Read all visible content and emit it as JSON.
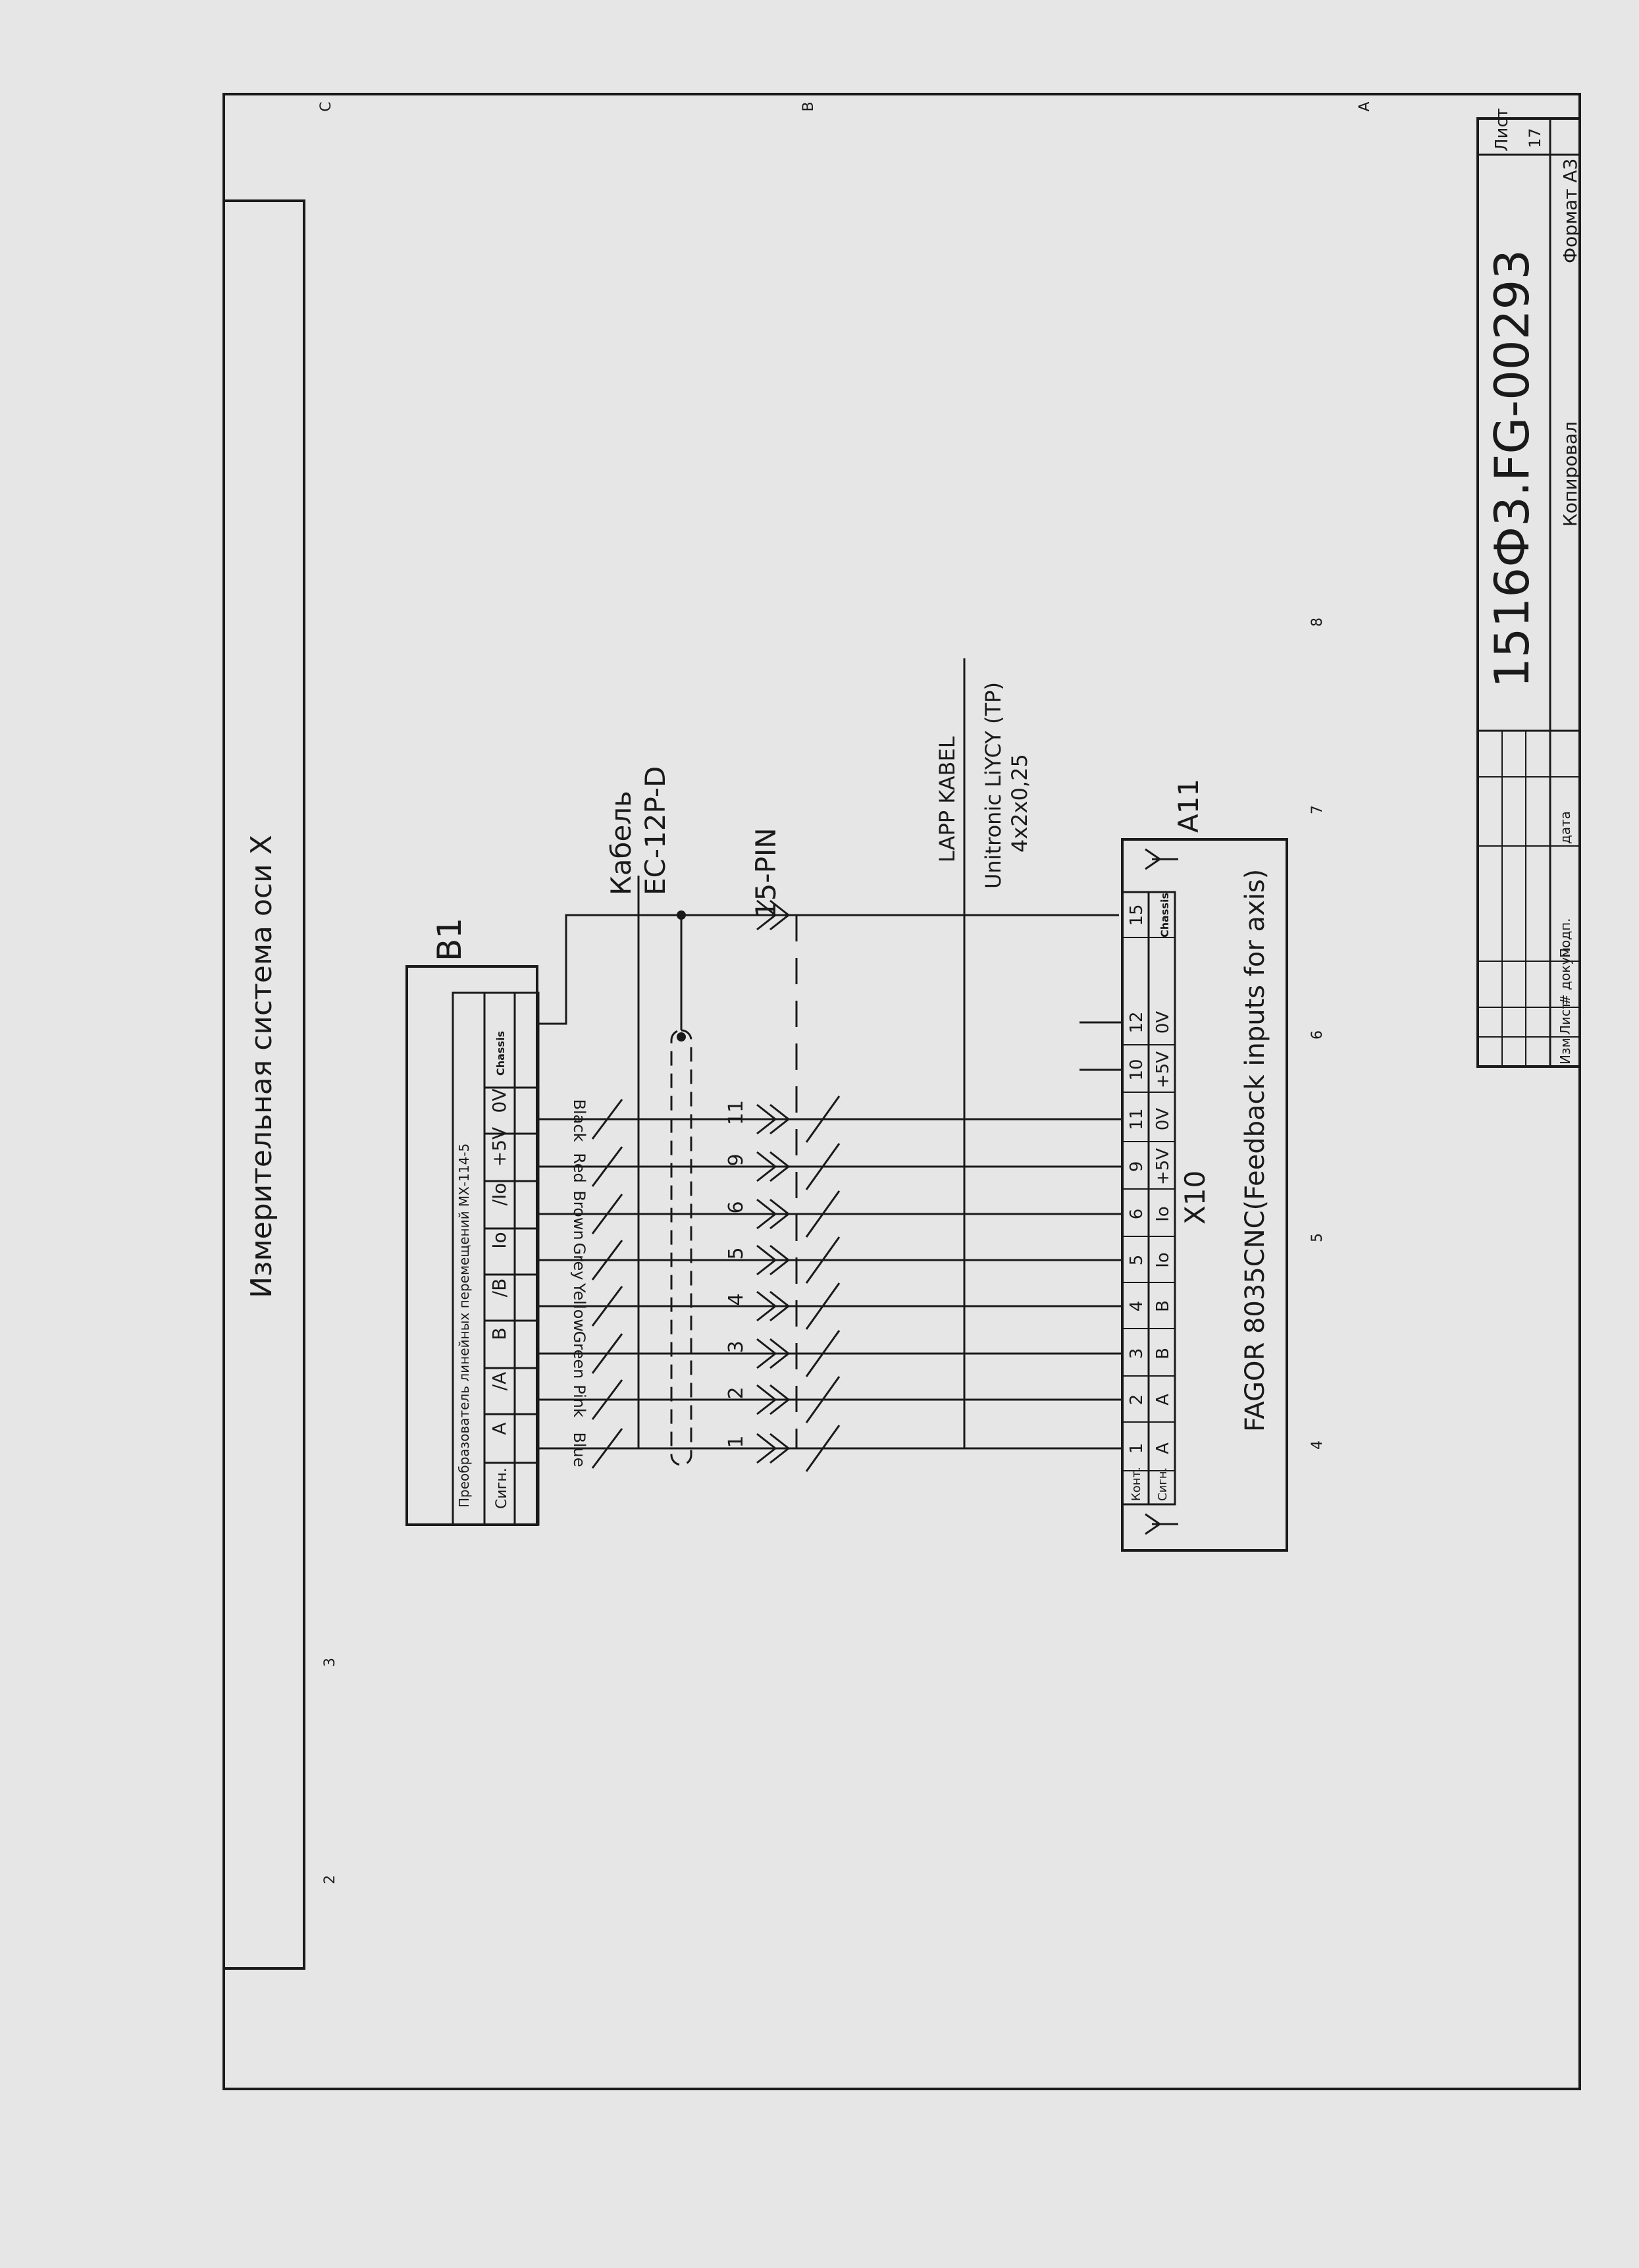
{
  "title": "Измерительная система оси X",
  "encoder": {
    "ref": "B1",
    "description": "Преобразователь линейных перемещений МХ-114-5",
    "signal_header": "Сигн.",
    "signals": [
      "A",
      "/A",
      "B",
      "/B",
      "Io",
      "/Io",
      "+5V",
      "0V",
      "Chassis"
    ],
    "wire_colors": [
      "Blue",
      "Pink",
      "Green",
      "Yellow",
      "Grey",
      "Brown",
      "Red",
      "Black"
    ]
  },
  "cable1": {
    "label": "Кабель",
    "type": "EC-12P-D",
    "connector": "15-PIN"
  },
  "pins_cable": [
    "1",
    "2",
    "3",
    "4",
    "5",
    "6",
    "9",
    "11"
  ],
  "cable2": {
    "name": "LAPP KABEL",
    "type": "Unitronic LiYCY (TP)",
    "spec": "4x2x0,25"
  },
  "cnc": {
    "ref": "A11",
    "connector": "X10",
    "pin_header": "Конт.",
    "signal_header": "Сигн.",
    "pins": [
      "1",
      "2",
      "3",
      "4",
      "5",
      "6",
      "9",
      "11",
      "10",
      "12",
      "15"
    ],
    "signals": [
      "A",
      "A",
      "B",
      "B",
      "Io",
      "Io",
      "+5V",
      "0V",
      "+5V",
      "0V",
      "Chassis"
    ],
    "description": "FAGOR 8035CNC(Feedback inputs for axis)"
  },
  "titleblock": {
    "code": "1516Ф3.FG-00293",
    "sheet_label": "Лист",
    "sheet_number": "17",
    "rev_labels": [
      "Изм",
      "Лист",
      "# докум.",
      "Подп.",
      "дата"
    ],
    "copied": "Копировал",
    "format": "Формат А3"
  },
  "grid": {
    "rows": [
      "C",
      "B",
      "A"
    ],
    "cols": [
      "2",
      "3",
      "4",
      "5",
      "6",
      "7",
      "8"
    ]
  }
}
